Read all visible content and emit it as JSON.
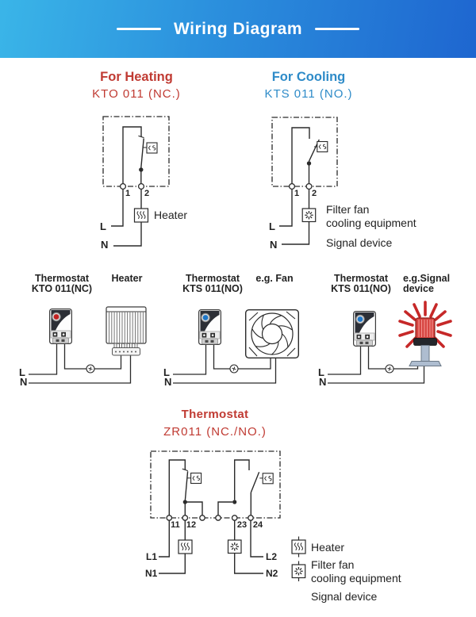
{
  "header": {
    "title": "Wiring Diagram"
  },
  "colors": {
    "header_gradient_left": "#3ab5e8",
    "header_gradient_right": "#1e66d0",
    "accent_red": "#c03a32",
    "accent_blue": "#2e8bc8",
    "line": "#2a2a2a",
    "beacon_red": "#c62828"
  },
  "heating": {
    "title": "For Heating",
    "subtitle": "KTO 011 (NC.)",
    "t1": "1",
    "t2": "2",
    "load": "Heater",
    "l": "L",
    "n": "N"
  },
  "cooling": {
    "title": "For Cooling",
    "subtitle": "KTS 011 (NO.)",
    "t1": "1",
    "t2": "2",
    "line1": "Filter fan",
    "line2": "cooling equipment",
    "line3": "Signal device",
    "l": "L",
    "n": "N"
  },
  "pict": {
    "left": {
      "title": "Thermostat",
      "model": "KTO 011(NC)",
      "device": "Heater",
      "l": "L",
      "n": "N"
    },
    "center": {
      "title": "Thermostat",
      "model": "KTS 011(NO)",
      "device": "e.g. Fan",
      "l": "L",
      "n": "N"
    },
    "right": {
      "title": "Thermostat",
      "model": "KTS 011(NO)",
      "device1": "e.g.Signal",
      "device2": "device",
      "l": "L",
      "n": "N"
    }
  },
  "bottom": {
    "title": "Thermostat",
    "subtitle": "ZR011 (NC./NO.)",
    "t11": "11",
    "t12": "12",
    "t23": "23",
    "t24": "24",
    "l1": "L1",
    "n1": "N1",
    "l2": "L2",
    "n2": "N2"
  },
  "legend": {
    "heater": "Heater",
    "fan1": "Filter fan",
    "fan2": "cooling equipment",
    "signal": "Signal device"
  },
  "icons": {
    "heater_box": "heater-element-icon",
    "fan_box": "fan-icon",
    "contact_box": "thermal-contact-icon",
    "ground": "ground-screw-icon"
  }
}
